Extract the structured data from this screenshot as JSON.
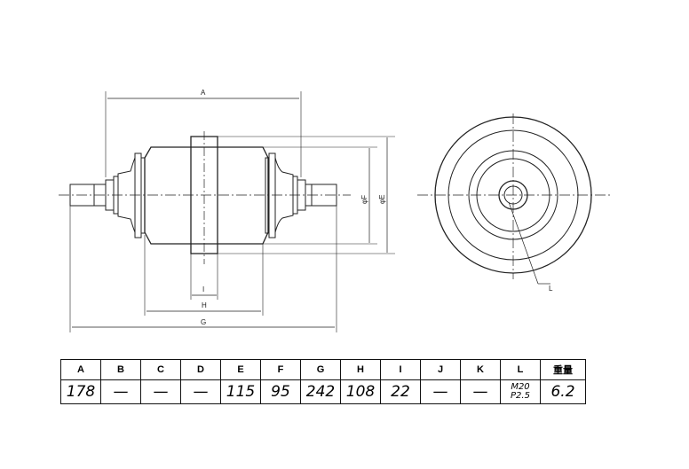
{
  "drawing": {
    "dims": {
      "A": "A",
      "G": "G",
      "H": "H",
      "I": "I",
      "phiF": "φF",
      "phiE": "φE",
      "L": "L"
    }
  },
  "table": {
    "headers": [
      "A",
      "B",
      "C",
      "D",
      "E",
      "F",
      "G",
      "H",
      "I",
      "J",
      "K",
      "L",
      "重量"
    ],
    "values": [
      "178",
      "—",
      "—",
      "—",
      "115",
      "95",
      "242",
      "108",
      "22",
      "—",
      "—",
      "M20 P2.5",
      "6.2"
    ],
    "L_lines": [
      "M20",
      "P2.5"
    ]
  }
}
